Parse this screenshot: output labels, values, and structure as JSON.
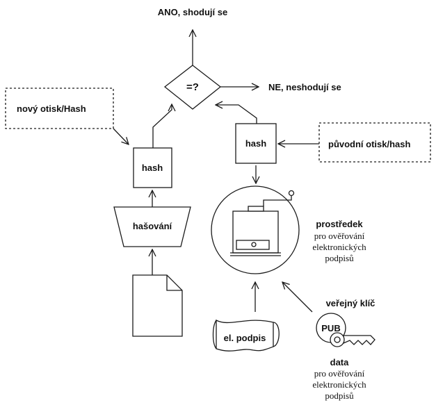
{
  "outcomes": {
    "yes_label": "ANO, shodují se",
    "no_label": "NE, neshodují se",
    "compare_symbol": "=?"
  },
  "left_branch": {
    "new_hash_label": "nový otisk/Hash",
    "hash_label": "hash",
    "hashing_label": "hašování"
  },
  "right_branch": {
    "original_hash_label": "původní otisk/hash",
    "hash_label": "hash",
    "device_title": "prostředek",
    "device_desc_lines": [
      "pro ověřování",
      "elektronických",
      "podpisů"
    ]
  },
  "inputs": {
    "signature_label": "el. podpis",
    "public_key_label": "veřejný klíč",
    "pub_badge": "PUB",
    "data_title": "data",
    "data_desc_lines": [
      "pro ověřování",
      "elektronických",
      "podpisů"
    ]
  },
  "icons": [
    "arrow-icon",
    "document-icon",
    "device-icon",
    "key-icon",
    "scroll-icon"
  ]
}
